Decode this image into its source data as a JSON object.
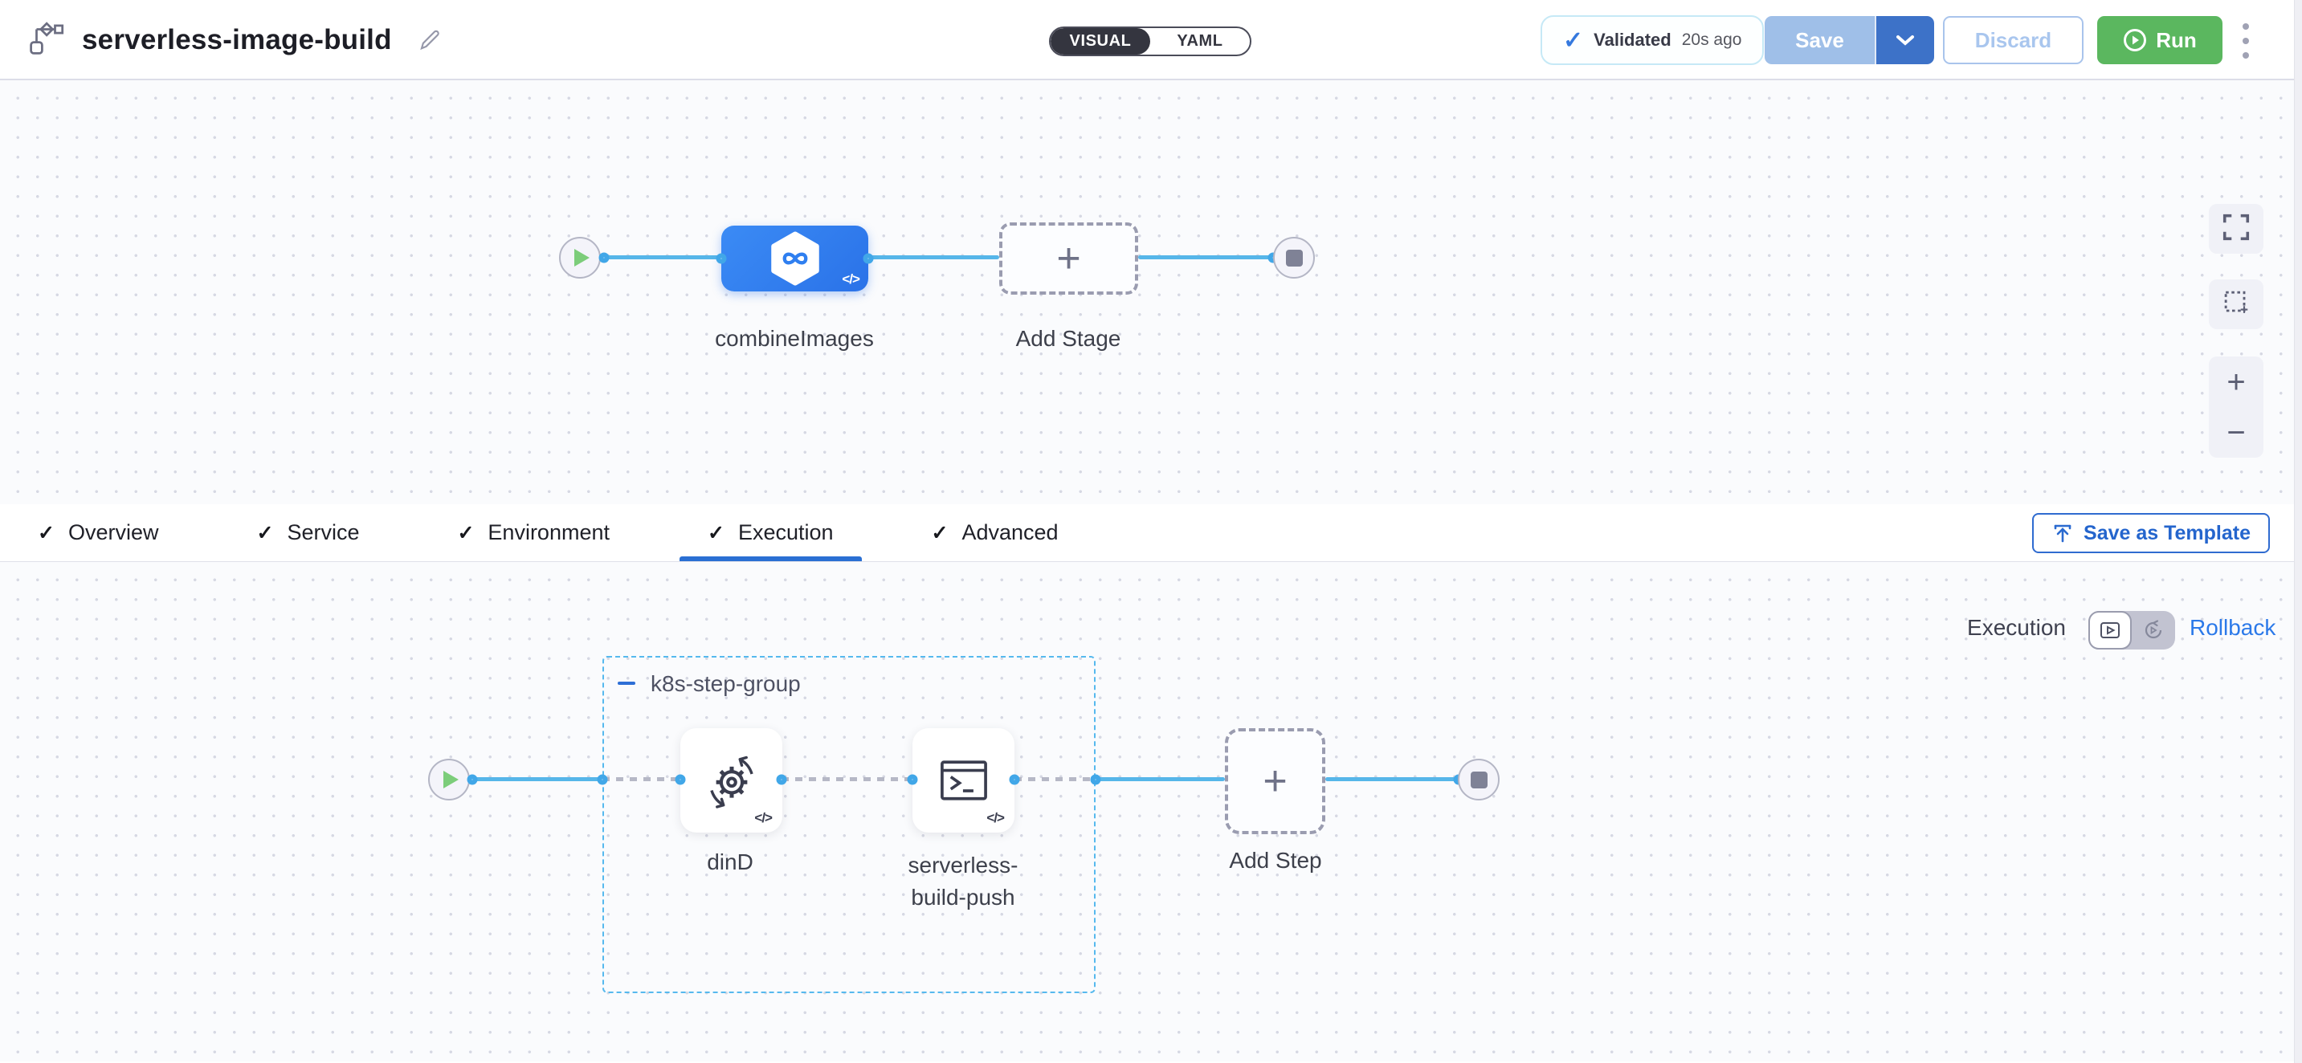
{
  "header": {
    "title": "serverless-image-build",
    "mode": {
      "visual": "VISUAL",
      "yaml": "YAML",
      "selected": "VISUAL"
    },
    "validated_label": "Validated",
    "validated_time": "20s ago",
    "save_label": "Save",
    "discard_label": "Discard",
    "run_label": "Run"
  },
  "stage_canvas": {
    "stage_name": "combineImages",
    "add_stage_label": "Add Stage"
  },
  "tabs": {
    "items": [
      {
        "label": "Overview",
        "checked": true,
        "active": false
      },
      {
        "label": "Service",
        "checked": true,
        "active": false
      },
      {
        "label": "Environment",
        "checked": true,
        "active": false
      },
      {
        "label": "Execution",
        "checked": true,
        "active": true
      },
      {
        "label": "Advanced",
        "checked": true,
        "active": false
      }
    ],
    "save_as_template_label": "Save as Template"
  },
  "execution": {
    "view_label": "Execution",
    "rollback_label": "Rollback",
    "group_name": "k8s-step-group",
    "steps": [
      {
        "name": "dinD"
      },
      {
        "name": "serverless-build-push"
      }
    ],
    "add_step_label": "Add Step"
  },
  "icons": {
    "check": "✓",
    "plus": "+",
    "code": "</>",
    "zoom_in": "+",
    "zoom_out": "−"
  },
  "colors": {
    "accent_blue": "#2a6fd3",
    "save_disabled_blue": "#9fbfe8",
    "save_caret_blue": "#3d72c8",
    "run_green": "#5bb75f",
    "connector_line_blue": "#56b6e9",
    "port_ring_blue": "#41a7e8",
    "group_border_blue": "#56b9ee",
    "validated_check_blue": "#3579de",
    "rollback_link_blue": "#2b79e9",
    "stage_node_blue": "#2f7ff0",
    "toggle_dark": "#34353f"
  }
}
